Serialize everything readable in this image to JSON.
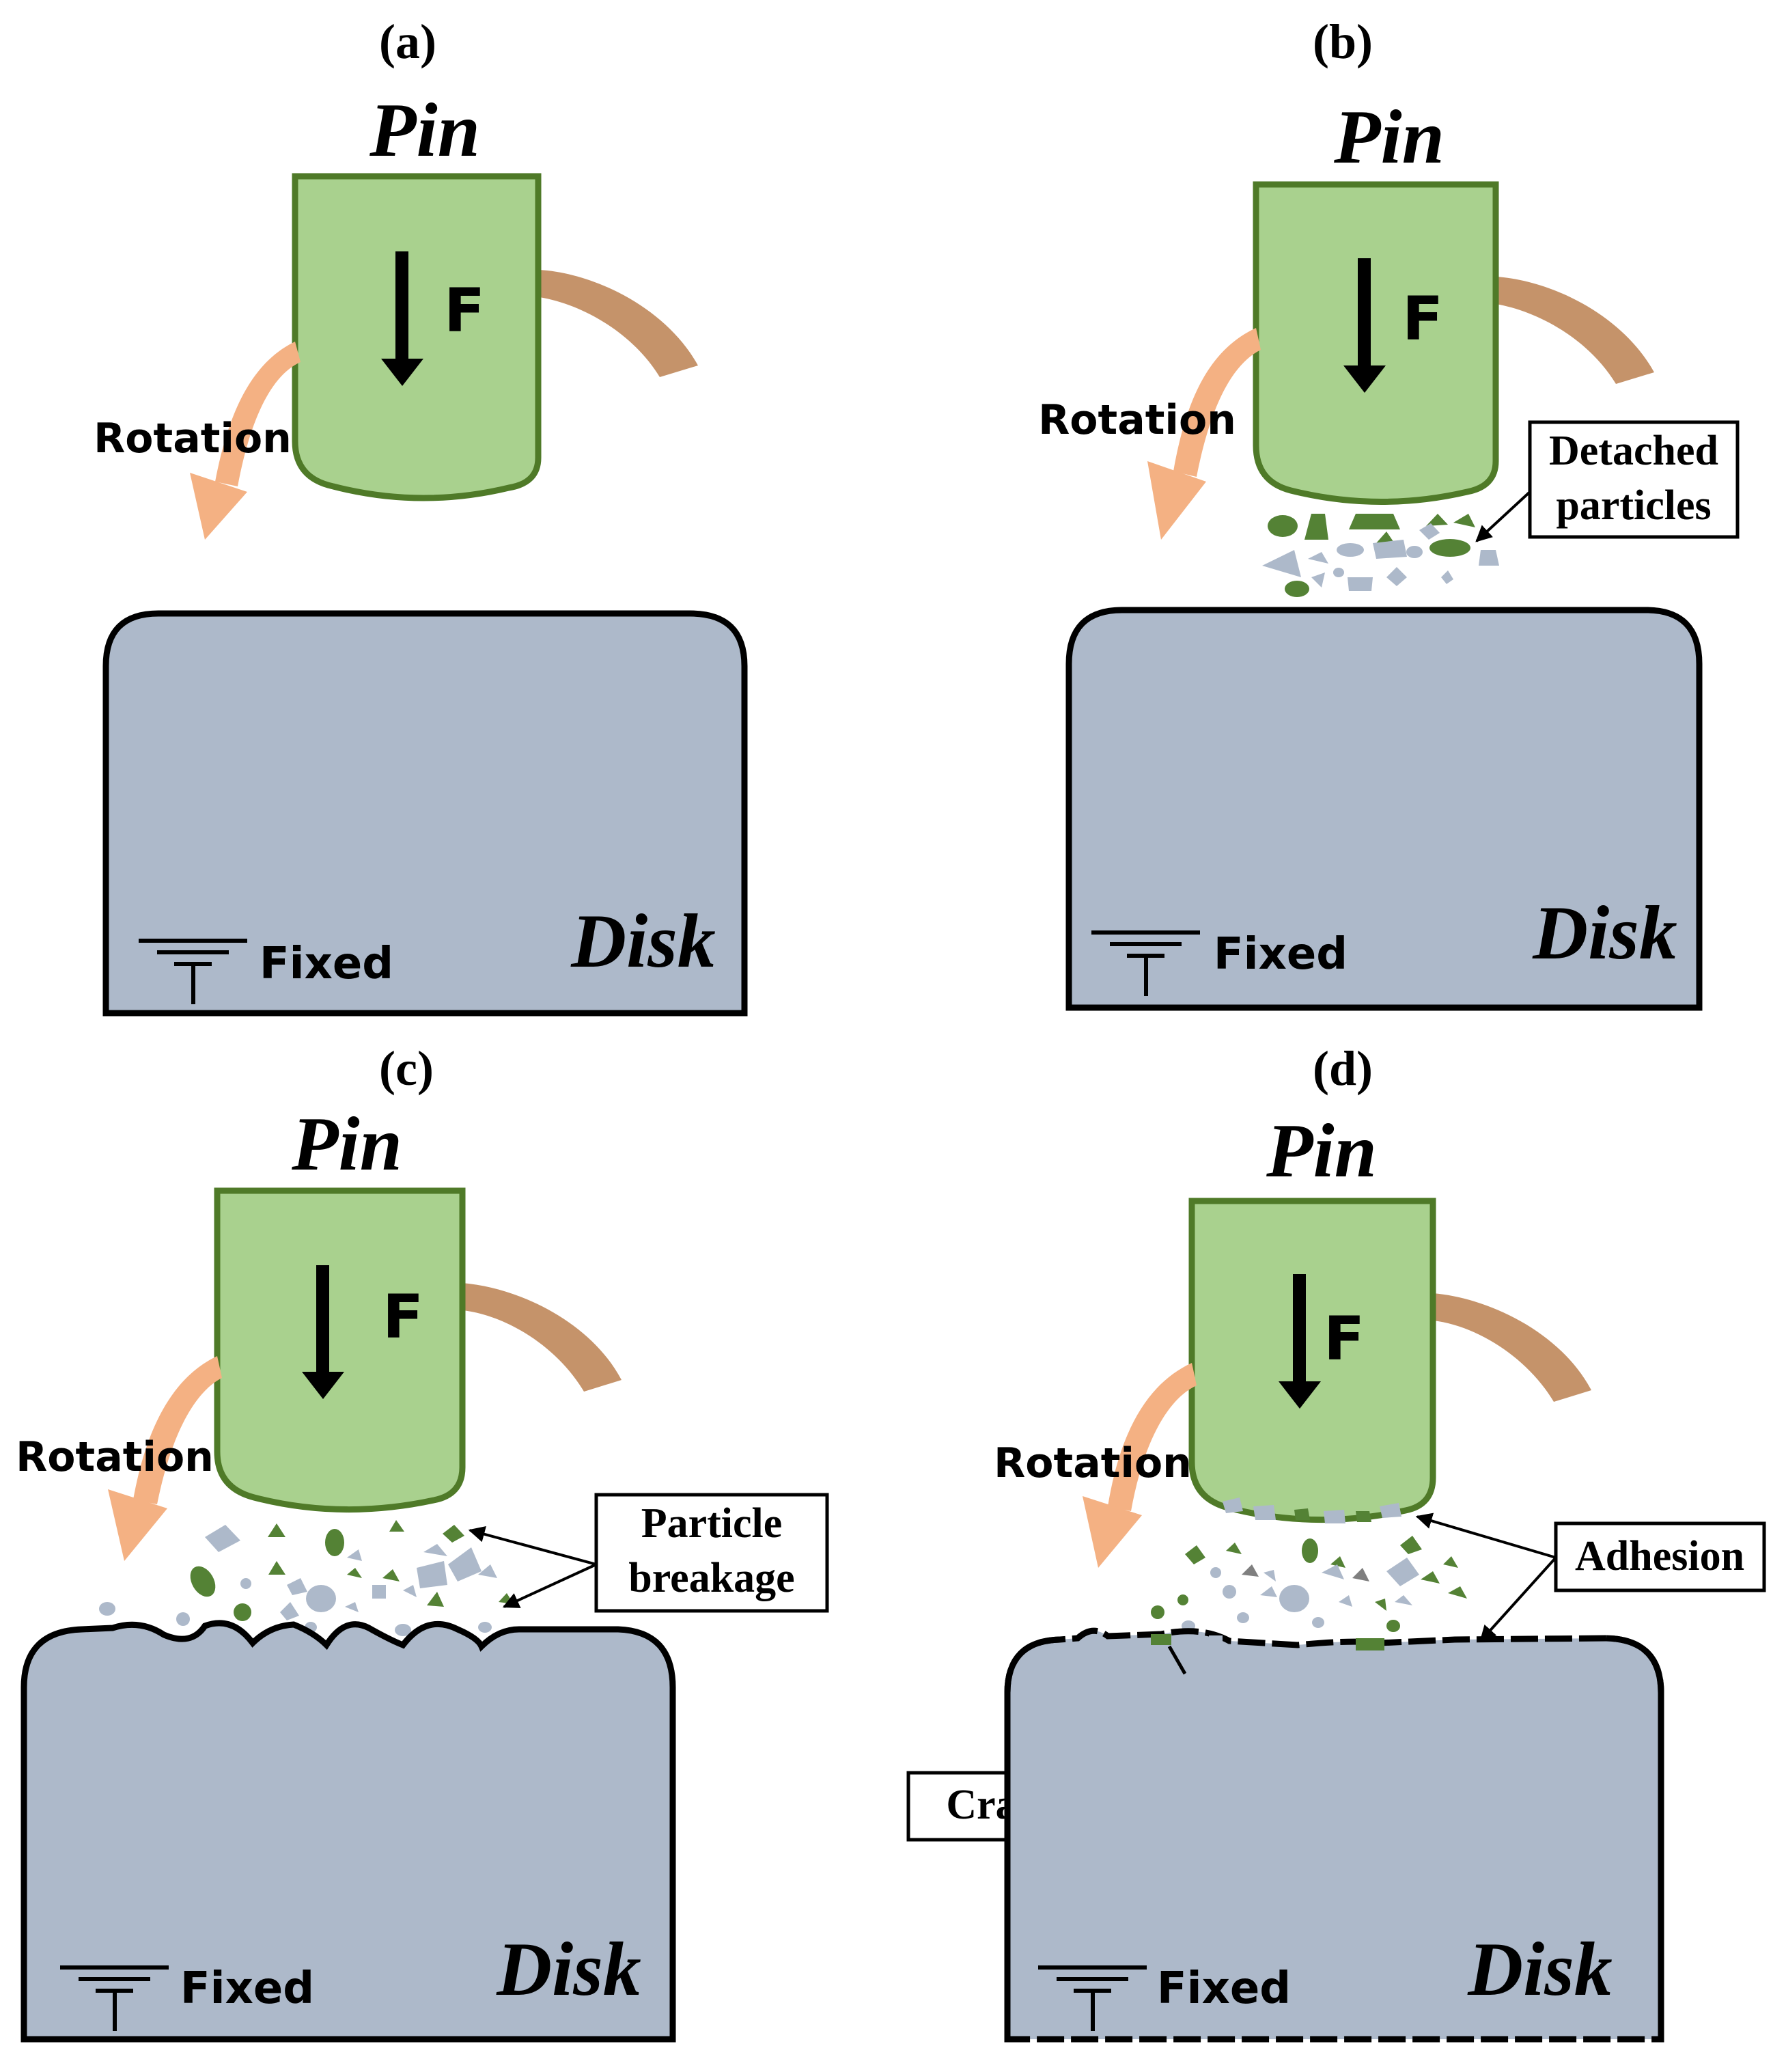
{
  "figure": {
    "panels": [
      {
        "id": "a",
        "panel_label": "(a)",
        "pin_label": "Pin",
        "force_label": "F",
        "rotation_label": "Rotation",
        "disk_label": "Disk",
        "fixed_label": "Fixed"
      },
      {
        "id": "b",
        "panel_label": "(b)",
        "pin_label": "Pin",
        "force_label": "F",
        "rotation_label": "Rotation",
        "disk_label": "Disk",
        "fixed_label": "Fixed",
        "callout_line1": "Detached",
        "callout_line2": "particles"
      },
      {
        "id": "c",
        "panel_label": "(c)",
        "pin_label": "Pin",
        "force_label": "F",
        "rotation_label": "Rotation",
        "disk_label": "Disk",
        "fixed_label": "Fixed",
        "callout_line1": "Particle",
        "callout_line2": "breakage"
      },
      {
        "id": "d",
        "panel_label": "(d)",
        "pin_label": "Pin",
        "force_label": "F",
        "rotation_label": "Rotation",
        "disk_label": "Disk",
        "fixed_label": "Fixed",
        "callout_adhesion": "Adhesion",
        "callout_crack": "Crack"
      }
    ],
    "colors": {
      "pin_fill": "#a9d18e",
      "pin_stroke": "#4f7a28",
      "disk_fill": "#adb9ca",
      "disk_stroke": "#000000",
      "rotation_front": "#f4b183",
      "rotation_back": "#c5936a",
      "particle_green": "#548235",
      "particle_gray": "#adb9ca",
      "particle_dark": "#7f7f7f"
    }
  }
}
